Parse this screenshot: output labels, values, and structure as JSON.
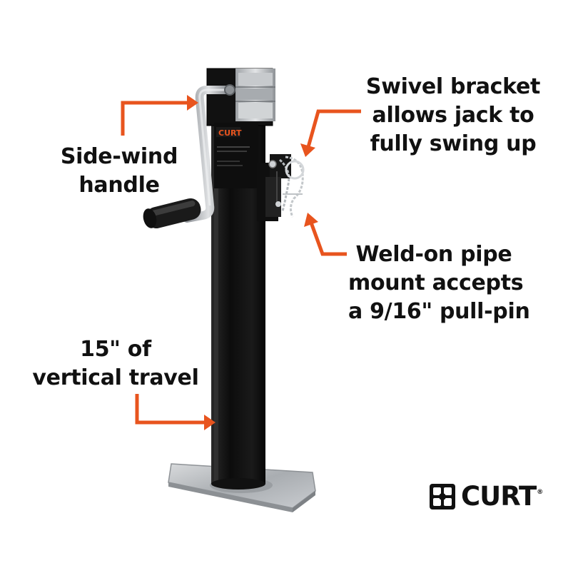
{
  "callouts": {
    "swivel_bracket": [
      "Swivel bracket",
      "allows jack to",
      "fully swing up"
    ],
    "side_wind": [
      "Side-wind",
      "handle"
    ],
    "weld_on": [
      "Weld-on pipe",
      "mount accepts",
      "a 9/16\" pull-pin"
    ],
    "vertical_travel": [
      "15\" of",
      "vertical travel"
    ]
  },
  "product_decal": {
    "brand": "CURT"
  },
  "logo": {
    "text": "CURT",
    "trademark": "®"
  },
  "colors": {
    "arrow": "#E8541E",
    "jack_body": "#141414",
    "metal": "#B8BCC0",
    "text": "#111111",
    "background": "#FFFFFF"
  }
}
